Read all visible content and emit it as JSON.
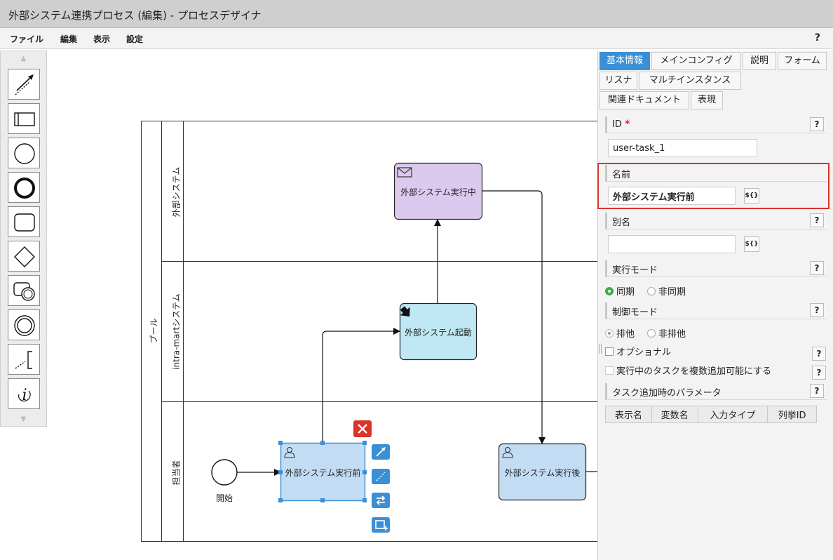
{
  "window": {
    "title": "外部システム連携プロセス (編集) - プロセスデザイナ"
  },
  "menu": {
    "items": [
      "ファイル",
      "編集",
      "表示",
      "設定"
    ],
    "help": "?"
  },
  "palette": {
    "up": "▲",
    "down": "▼",
    "tools": [
      "connect-tool-icon",
      "lane-tool-icon",
      "start-event-icon",
      "end-event-icon",
      "task-icon",
      "gateway-icon",
      "subprocess-icon",
      "intermediate-event-icon",
      "annotation-icon",
      "info-icon"
    ]
  },
  "diagram": {
    "pool": "プール",
    "lanes": [
      "外部システム",
      "intra-martシステム",
      "担当者"
    ],
    "nodes": {
      "external_running": "外部システム実行中",
      "external_start": "外部システム起動",
      "before": "外部システム実行前",
      "after": "外部システム実行後",
      "start_event": "開始"
    }
  },
  "panel": {
    "tabs_row1": [
      "基本情報",
      "メインコンフィグ",
      "説明",
      "フォーム"
    ],
    "tabs_row2": [
      "リスナ",
      "マルチインスタンス"
    ],
    "tabs_row3": [
      "関連ドキュメント",
      "表現"
    ],
    "help": "?",
    "id": {
      "label": "ID",
      "required": "*",
      "value": "user-task_1"
    },
    "name": {
      "label": "名前",
      "value": "外部システム実行前",
      "expr": "${}"
    },
    "alias": {
      "label": "別名",
      "value": "",
      "expr": "${}"
    },
    "exec_mode": {
      "label": "実行モード",
      "options": [
        "同期",
        "非同期"
      ],
      "selected": "同期"
    },
    "control_mode": {
      "label": "制御モード",
      "options": [
        "排他",
        "非排他"
      ]
    },
    "optional": {
      "label": "オプショナル"
    },
    "multi_add": {
      "label": "実行中のタスクを複数追加可能にする"
    },
    "params": {
      "label": "タスク追加時のパラメータ",
      "columns": [
        "表示名",
        "変数名",
        "入力タイプ",
        "列挙ID"
      ]
    }
  },
  "colors": {
    "accent": "#3a8fd6",
    "highlight": "#d9342b",
    "radio_on": "#3fae49",
    "task_purple": "#dcc9ee",
    "task_cyan": "#bfe8f4",
    "task_blue": "#c2dcf4"
  }
}
